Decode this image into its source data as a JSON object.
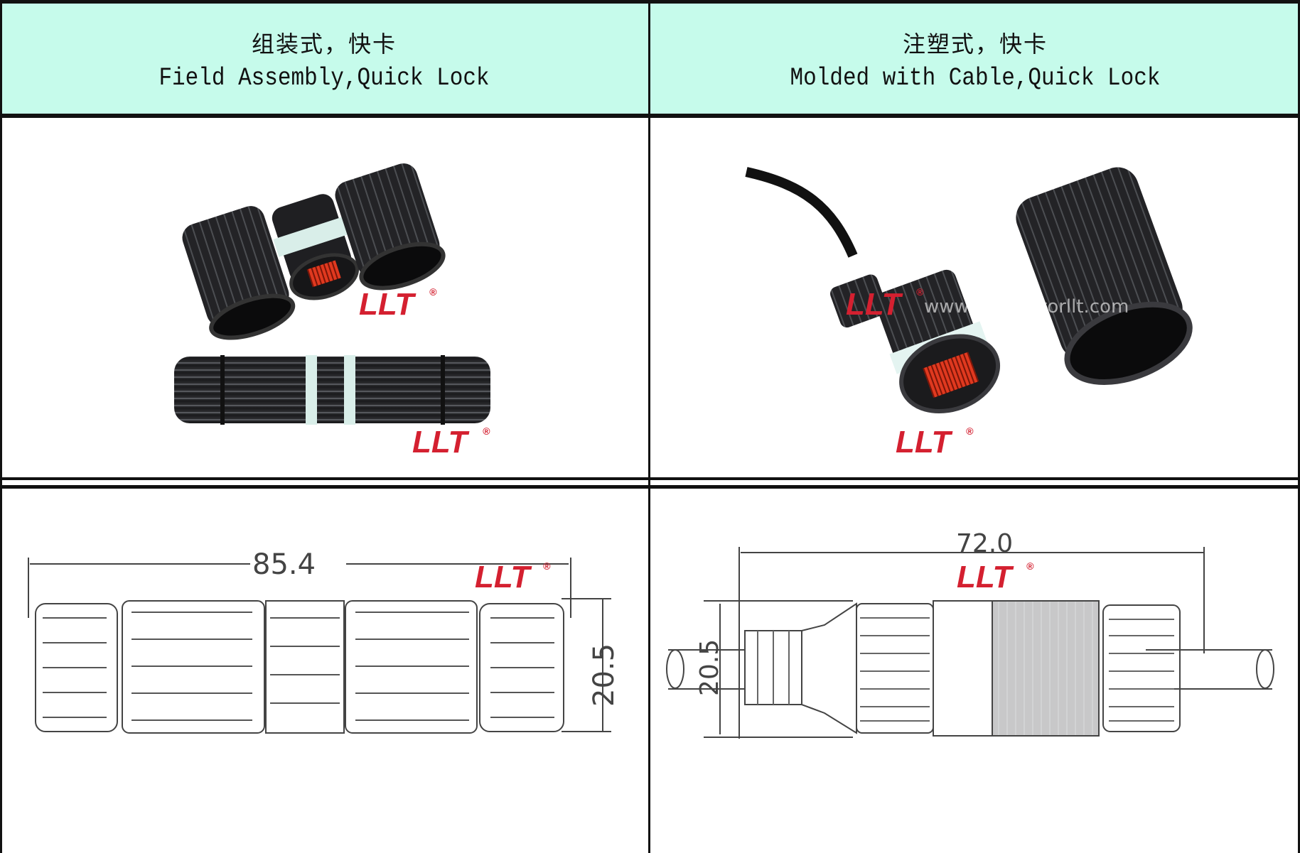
{
  "headers": [
    {
      "cn": "组装式，快卡",
      "en": "Field Assembly,Quick Lock"
    },
    {
      "cn": "注塑式，快卡",
      "en": "Molded with Cable,Quick Lock"
    }
  ],
  "brand": {
    "logo": "LLT",
    "registered": "®",
    "color": "#d42030"
  },
  "watermark": "www.connectorllt.com",
  "drawings": {
    "field_assembly": {
      "length": "85.4",
      "diameter": "20.5"
    },
    "molded": {
      "length": "72.0",
      "diameter": "20.5"
    }
  },
  "colors": {
    "header_bg": "#c6fbeb",
    "border": "#111111",
    "connector_body": "#1c1c1e",
    "jack": "#d8301c"
  }
}
